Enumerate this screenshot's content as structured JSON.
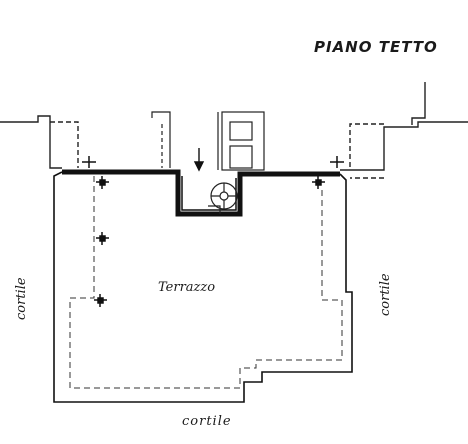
{
  "title": "PIANO TETTO",
  "rooms": {
    "terrace": "Terrazzo"
  },
  "surroundings": {
    "left": "cortile",
    "right": "cortile",
    "bottom": "cortile"
  }
}
